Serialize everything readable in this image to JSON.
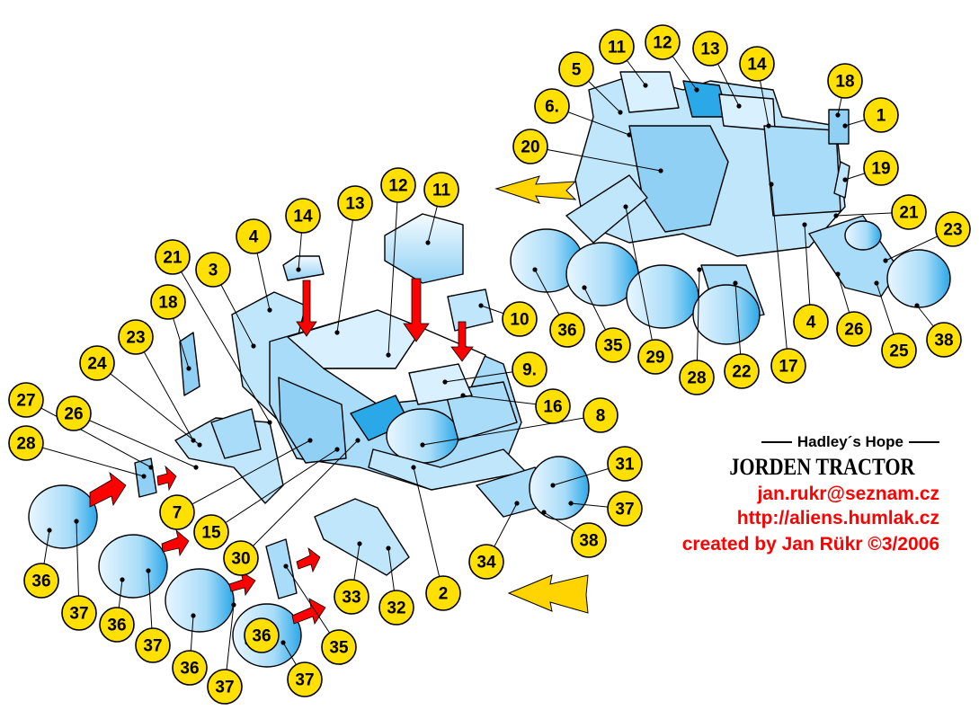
{
  "caption": {
    "subtitle": "Hadley´s Hope",
    "model": "JORDEN TRACTOR",
    "email": "jan.rukr@seznam.cz",
    "url": "http://aliens.humlak.cz",
    "credit": "created by Jan Rükr ©3/2006"
  },
  "colors": {
    "label_fill": "#ffe000",
    "part_fill": "#a8dcf8",
    "part_dark": "#2aa8e8",
    "arrow_red": "#ff0000",
    "arrow_yellow": "#ffd400"
  },
  "labels": {
    "l1": "1",
    "l4b": "4",
    "l5": "5",
    "l6": "6.",
    "l11b": "11",
    "l12b": "12",
    "l13b": "13",
    "l14b": "14",
    "l17": "17",
    "l18b": "18",
    "l19": "19",
    "l20": "20",
    "l21b": "21",
    "l22": "22",
    "l23b": "23",
    "l25": "25",
    "l26b": "26",
    "l28b": "28",
    "l29": "29",
    "l35b": "35",
    "l36b": "36",
    "l38b": "38",
    "l2": "2",
    "l3": "3",
    "l4": "4",
    "l7": "7",
    "l8": "8",
    "l9": "9.",
    "l10": "10",
    "l11": "11",
    "l12": "12",
    "l13": "13",
    "l14": "14",
    "l15": "15",
    "l16": "16",
    "l18": "18",
    "l21": "21",
    "l23": "23",
    "l24": "24",
    "l26": "26",
    "l27": "27",
    "l28": "28",
    "l30": "30",
    "l31": "31",
    "l32": "32",
    "l33": "33",
    "l34": "34",
    "l35": "35",
    "l37a": "37",
    "l38": "38",
    "l36a": "36",
    "l37b": "37",
    "l36c": "36",
    "l37c": "37",
    "l36d": "36",
    "l37d": "37",
    "l36e": "36",
    "l37e": "37"
  }
}
